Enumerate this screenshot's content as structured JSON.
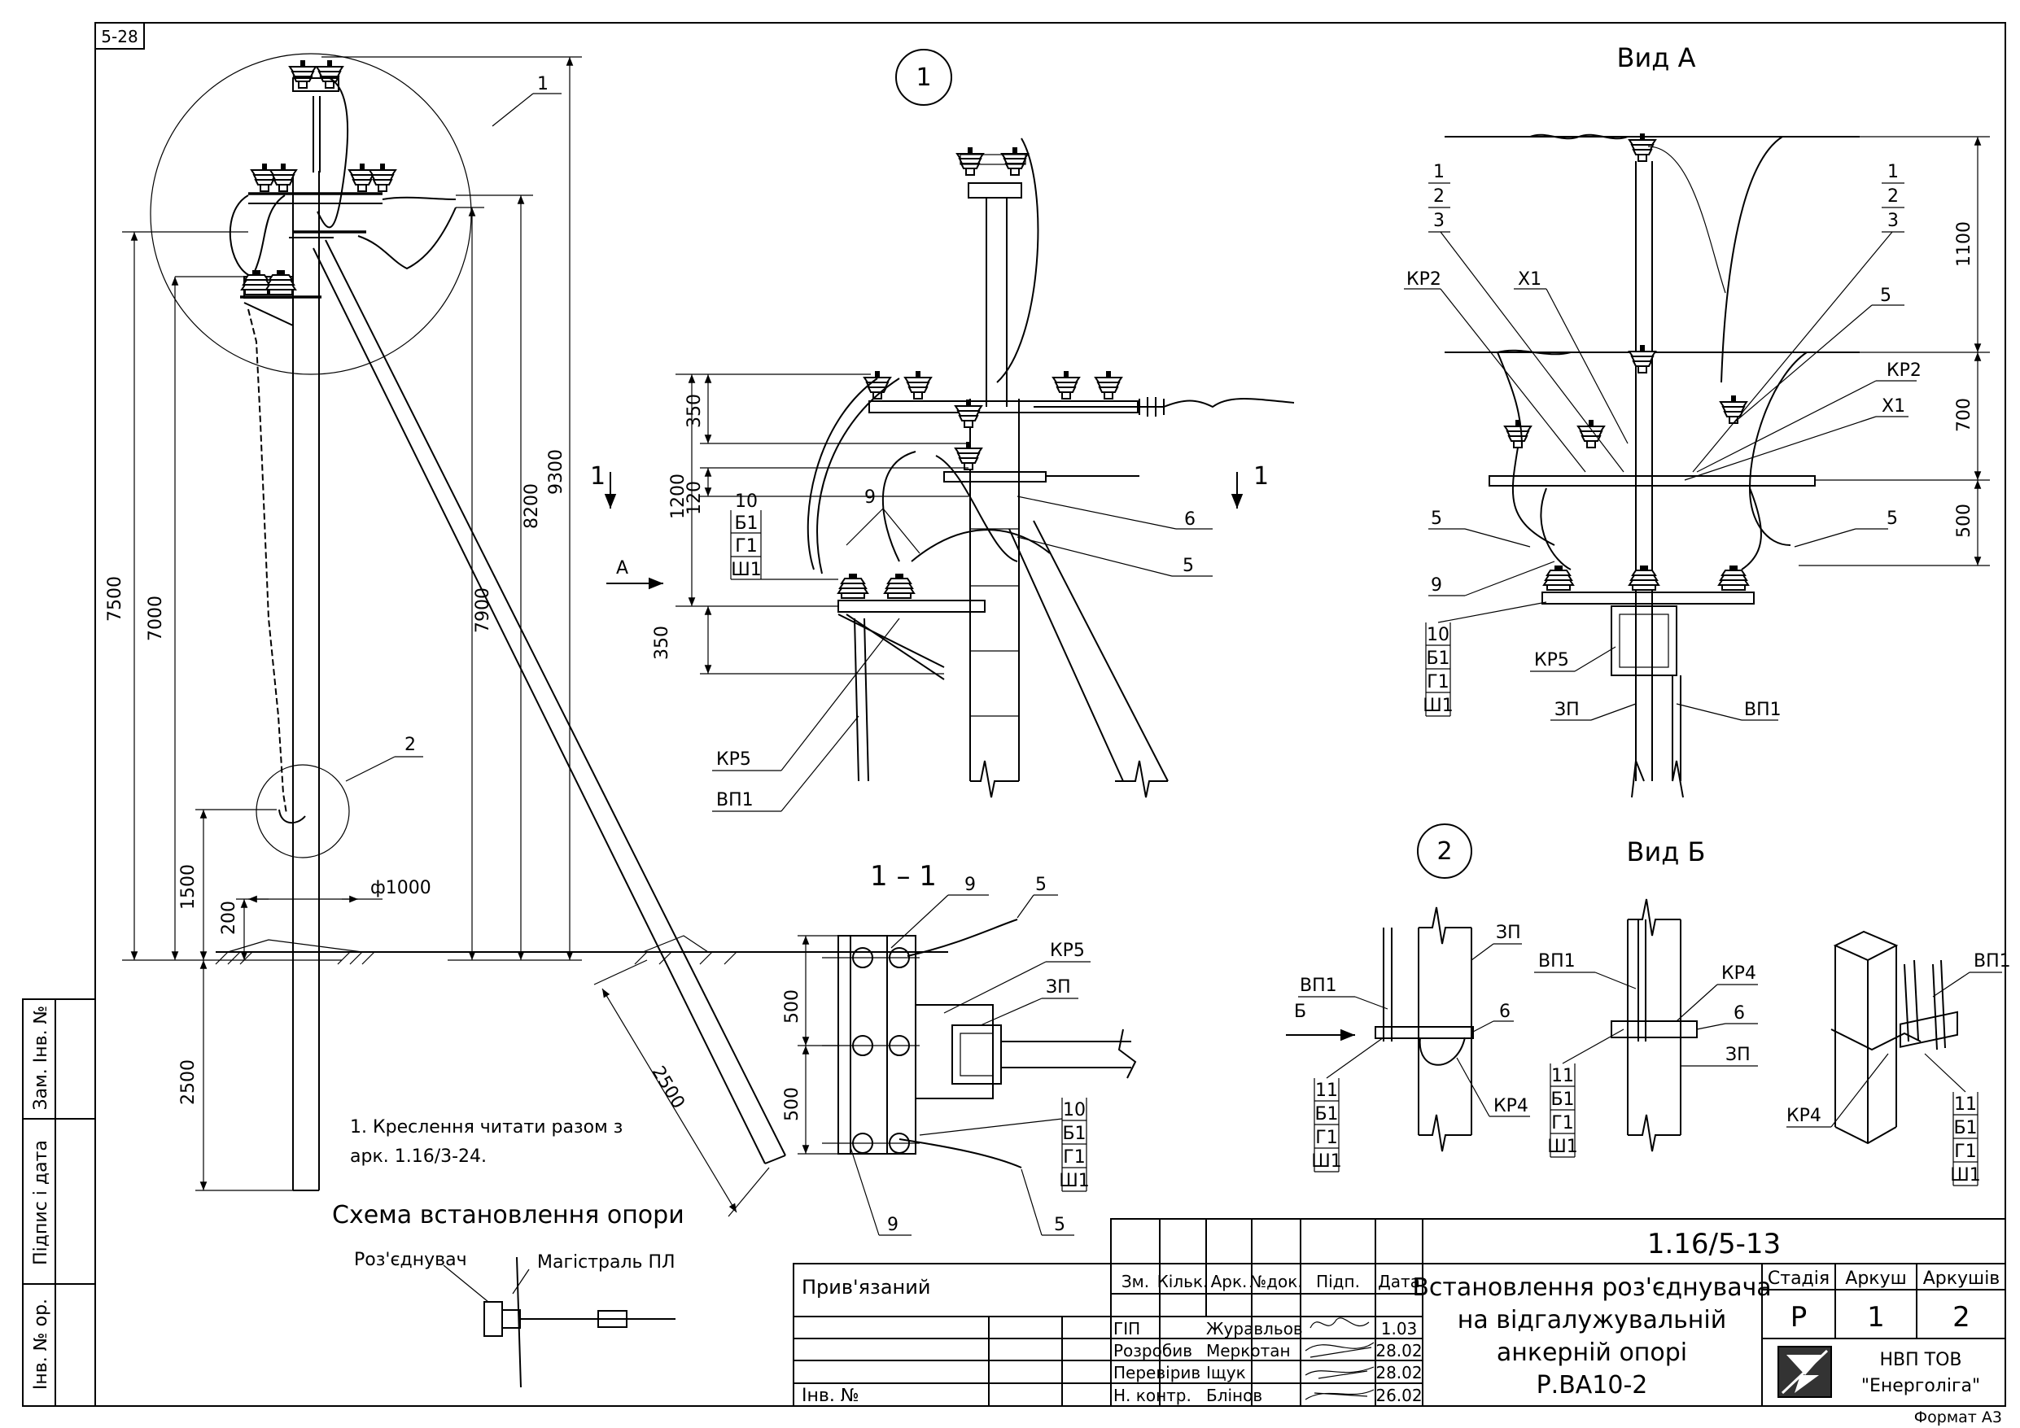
{
  "sheet": {
    "sheet_tag": "5-28",
    "format": "Формат А3"
  },
  "overall_view": {
    "callout_1": "1",
    "callout_2": "2",
    "dim_7500": "7500",
    "dim_7000": "7000",
    "dim_1500": "1500",
    "dim_200": "200",
    "dim_2500_vertical": "2500",
    "dim_diameter": "ф1000",
    "dim_7900": "7900",
    "dim_8200": "8200",
    "dim_9300": "9300",
    "dim_2500_strut": "2500"
  },
  "detail_1": {
    "marker": "1",
    "dim_350_top": "350",
    "dim_1200": "1200",
    "dim_120": "120",
    "dim_350_bottom": "350",
    "section_mark_left": "1",
    "section_mark_right": "1",
    "view_arrow_a": "А",
    "leader_10": "10",
    "leader_b1": "Б1",
    "leader_g1": "Г1",
    "leader_sh1": "Ш1",
    "leader_9": "9",
    "leader_6": "6",
    "leader_5": "5",
    "leader_kp5": "КР5",
    "leader_vp1": "ВП1"
  },
  "view_a": {
    "title": "Вид А",
    "dim_1100": "1100",
    "dim_700": "700",
    "dim_500": "500",
    "left_stack": [
      "1",
      "2",
      "3"
    ],
    "right_stack": [
      "1",
      "2",
      "3"
    ],
    "leader_kp2_left": "КР2",
    "leader_x1_left": "Х1",
    "leader_5_top_right": "5",
    "leader_kp2_right": "КР2",
    "leader_x1_right": "Х1",
    "leader_5_left": "5",
    "leader_5_right": "5",
    "leader_9": "9",
    "leader_10": "10",
    "leader_b1": "Б1",
    "leader_g1": "Г1",
    "leader_sh1": "Ш1",
    "leader_kp5": "КР5",
    "leader_zp": "ЗП",
    "leader_vp1": "ВП1"
  },
  "section_1_1": {
    "title": "1 – 1",
    "leader_9_top": "9",
    "leader_5_top": "5",
    "leader_kp5": "КР5",
    "leader_zp": "ЗП",
    "dim_500_top": "500",
    "dim_500_bottom": "500",
    "leader_10": "10",
    "leader_b1": "Б1",
    "leader_g1": "Г1",
    "leader_sh1": "Ш1",
    "leader_9_bottom": "9",
    "leader_5_bottom": "5"
  },
  "detail_2": {
    "marker": "2",
    "title": "Вид Б",
    "leader_vp1_a": "ВП1",
    "leader_b": "Б",
    "leader_zp_a": "ЗП",
    "leader_6_a": "6",
    "leader_kp4_a": "КР4",
    "leader_11_a": "11",
    "leader_b1_a": "Б1",
    "leader_g1_a": "Г1",
    "leader_sh1_a": "Ш1",
    "leader_vp1_b": "ВП1",
    "leader_kp4_b": "КР4",
    "leader_6_b": "6",
    "leader_zp_b": "ЗП",
    "leader_11_b": "11",
    "leader_b1_b": "Б1",
    "leader_g1_b": "Г1",
    "leader_sh1_b": "Ш1",
    "leader_vp1_c": "ВП1",
    "leader_kp4_c": "КР4",
    "leader_11_c": "11",
    "leader_b1_c": "Б1",
    "leader_g1_c": "Г1",
    "leader_sh1_c": "Ш1"
  },
  "notes": {
    "note_line_1": "1. Креслення читати разом з",
    "note_line_2": "арк. 1.16/3-24."
  },
  "scheme": {
    "title": "Схема встановлення опори",
    "label_disconnector": "Роз'єднувач",
    "label_main_line": "Магістраль ПЛ"
  },
  "side_stamp": {
    "inv_orig": "Інв. № ор.",
    "sign_date": "Підпис і дата",
    "replace_inv": "Зам. Інв. №"
  },
  "title_block": {
    "tied": "Прив'язаний",
    "inv_no": "Інв. №",
    "headers": [
      "Зм.",
      "Кільк.",
      "Арк.",
      "№док.",
      "Підп.",
      "Дата"
    ],
    "rows": [
      {
        "role": "ГІП",
        "name": "Журавльов",
        "date": "1.03"
      },
      {
        "role": "Розробив",
        "name": "Меркотан",
        "date": "28.02"
      },
      {
        "role": "Перевірив",
        "name": "Іщук",
        "date": "28.02"
      },
      {
        "role": "Н. контр.",
        "name": "Блінов",
        "date": "26.02"
      }
    ],
    "doc_code": "1.16/5-13",
    "title_lines": [
      "Встановлення роз'єднувача",
      "на відгалужувальній",
      "анкерній опорі",
      "Р.ВА10-2"
    ],
    "stage_label": "Стадія",
    "sheet_label": "Аркуш",
    "sheets_label": "Аркушів",
    "stage_value": "Р",
    "sheet_value": "1",
    "sheets_value": "2",
    "company_line_1": "НВП ТОВ",
    "company_line_2": "\"Енерголіга\""
  }
}
